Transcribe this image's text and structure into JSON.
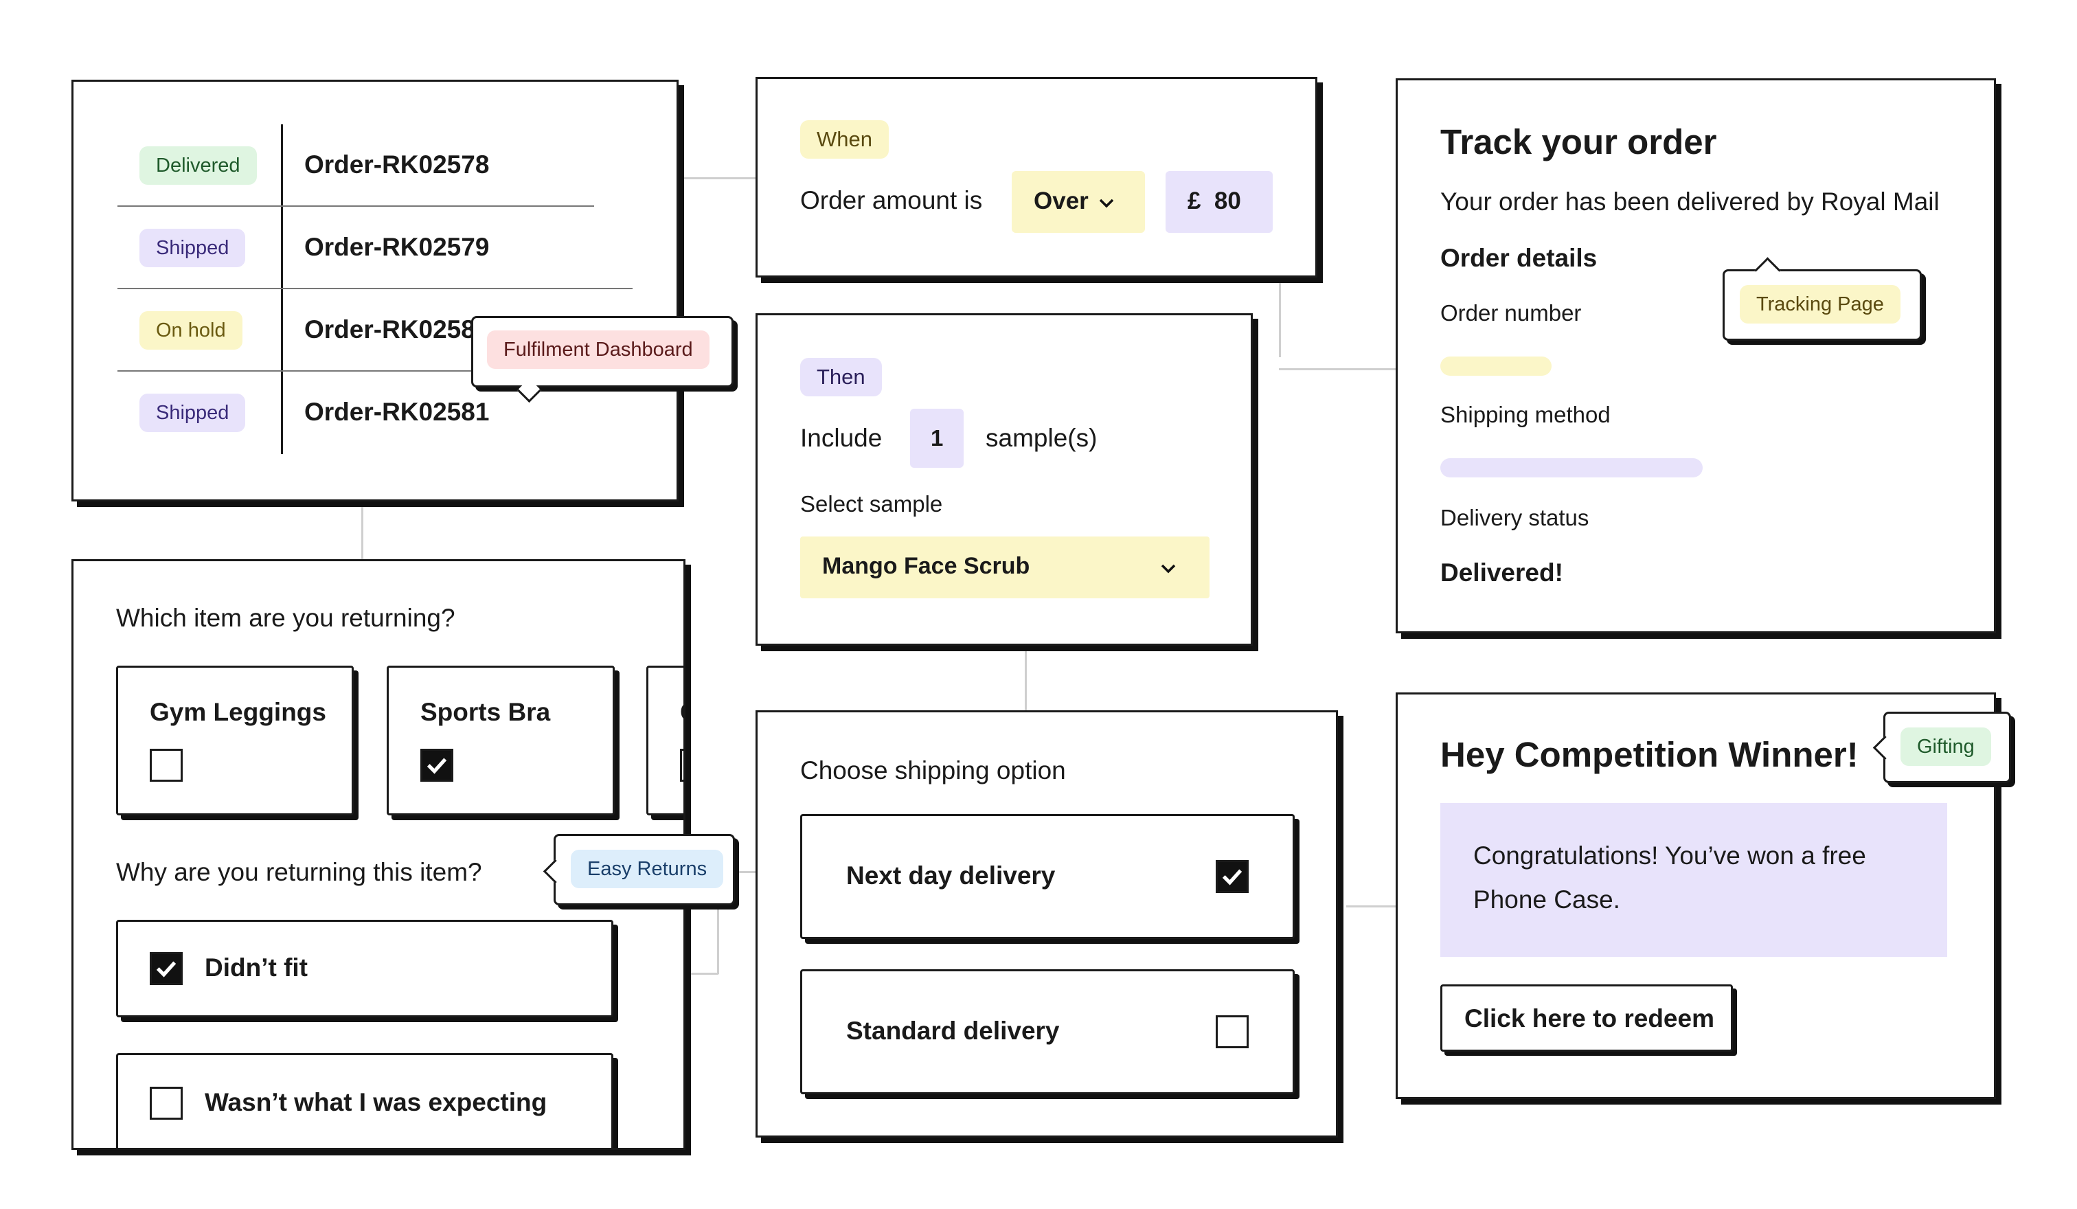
{
  "orders": {
    "rows": [
      {
        "status": "Delivered",
        "order": "Order-RK02578"
      },
      {
        "status": "Shipped",
        "order": "Order-RK02579"
      },
      {
        "status": "On hold",
        "order": "Order-RK0258"
      },
      {
        "status": "Shipped",
        "order": "Order-RK02581"
      }
    ],
    "tag": "Fulfilment Dashboard"
  },
  "rule": {
    "when_label": "When",
    "condition_text": "Order amount is",
    "operator": "Over",
    "amount": "£  80",
    "then_label": "Then",
    "include_text": "Include",
    "quantity": "1",
    "unit_text": "sample(s)",
    "select_label": "Select sample",
    "selected_sample": "Mango Face Scrub"
  },
  "tracking": {
    "title": "Track your order",
    "message": "Your order has been delivered by Royal Mail",
    "details_heading": "Order details",
    "order_number_label": "Order number",
    "shipping_method_label": "Shipping method",
    "delivery_status_label": "Delivery status",
    "delivery_status_value": "Delivered!",
    "tag": "Tracking Page"
  },
  "returns": {
    "item_question": "Which item are you returning?",
    "items": [
      {
        "label": "Gym Leggings",
        "checked": false
      },
      {
        "label": "Sports Bra",
        "checked": true
      },
      {
        "label": "C",
        "checked": false
      }
    ],
    "reason_question": "Why are you returning this item?",
    "reasons": [
      {
        "label": "Didn’t fit",
        "checked": true
      },
      {
        "label": "Wasn’t what I was expecting",
        "checked": false
      }
    ],
    "tag": "Easy Returns"
  },
  "shipping": {
    "title": "Choose shipping option",
    "options": [
      {
        "label": "Next day delivery",
        "checked": true
      },
      {
        "label": "Standard delivery",
        "checked": false
      }
    ]
  },
  "gifting": {
    "title": "Hey Competition Winner!",
    "message_line1": "Congratulations! You’ve won a free",
    "message_line2": "Phone Case.",
    "button": "Click here to redeem",
    "tag": "Gifting"
  },
  "colors": {
    "green_pill": "#dff5e1",
    "purple_pill": "#e8e3fb",
    "yellow_pill": "#fbf6c8",
    "pink_pill": "#fde0e0",
    "blue_pill": "#ddeefb"
  }
}
